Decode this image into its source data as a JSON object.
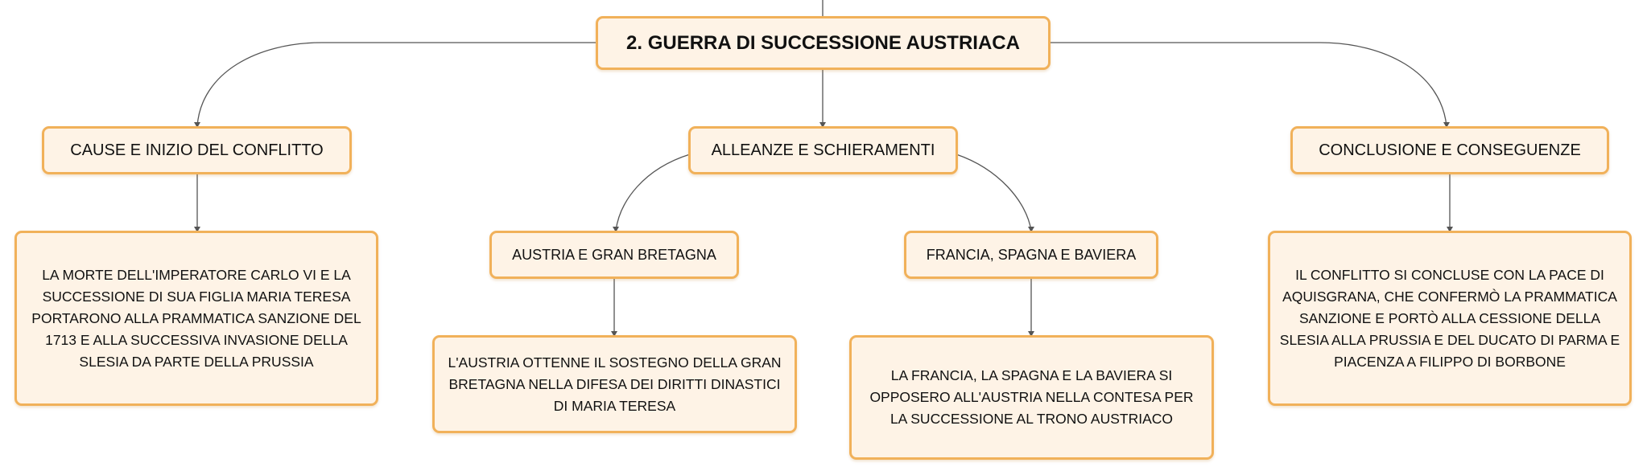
{
  "root": {
    "title": "2. GUERRA DI SUCCESSIONE AUSTRIACA"
  },
  "branches": [
    {
      "label": "CAUSE E INIZIO DEL CONFLITTO",
      "detail": "LA MORTE DELL'IMPERATORE CARLO VI E LA SUCCESSIONE DI SUA FIGLIA MARIA TERESA PORTARONO ALLA PRAMMATICA SANZIONE DEL 1713 E ALLA SUCCESSIVA INVASIONE DELLA SLESIA DA PARTE DELLA PRUSSIA"
    },
    {
      "label": "ALLEANZE E SCHIERAMENTI",
      "children": [
        {
          "label": "AUSTRIA E GRAN BRETAGNA",
          "detail": "L'AUSTRIA OTTENNE IL SOSTEGNO DELLA GRAN BRETAGNA NELLA DIFESA DEI DIRITTI DINASTICI DI MARIA TERESA"
        },
        {
          "label": "FRANCIA, SPAGNA E BAVIERA",
          "detail": "LA FRANCIA, LA SPAGNA E LA BAVIERA SI OPPOSERO ALL'AUSTRIA NELLA CONTESA PER LA SUCCESSIONE AL TRONO AUSTRIACO"
        }
      ]
    },
    {
      "label": "CONCLUSIONE E CONSEGUENZE",
      "detail": "IL CONFLITTO SI CONCLUSE CON LA PACE DI AQUISGRANA, CHE CONFERMÒ LA PRAMMATICA SANZIONE E PORTÒ ALLA CESSIONE DELLA SLESIA ALLA PRUSSIA E DEL DUCATO DI PARMA E PIACENZA A FILIPPO DI BORBONE"
    }
  ],
  "colors": {
    "node_fill": "#fef3e6",
    "node_border": "#f1b15a",
    "connector": "#555555"
  }
}
